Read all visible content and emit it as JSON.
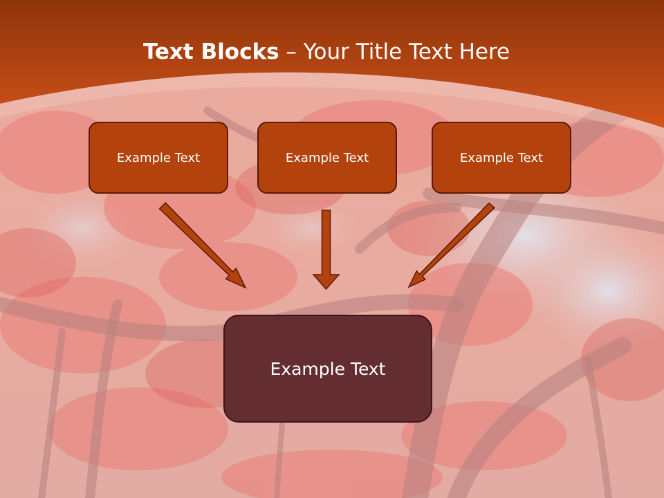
{
  "slide": {
    "title_bold": "Text Blocks",
    "title_dash": " – ",
    "title_rest": "Your Title Text Here"
  },
  "diagram": {
    "top_blocks": [
      {
        "label": "Example Text"
      },
      {
        "label": "Example Text"
      },
      {
        "label": "Example Text"
      }
    ],
    "bottom_block": {
      "label": "Example Text"
    }
  },
  "colors": {
    "header": "#c2440f",
    "block_fill": "#b3420c",
    "bottom_block_fill": "#632d31",
    "arrow_fill": "#b3420c"
  }
}
